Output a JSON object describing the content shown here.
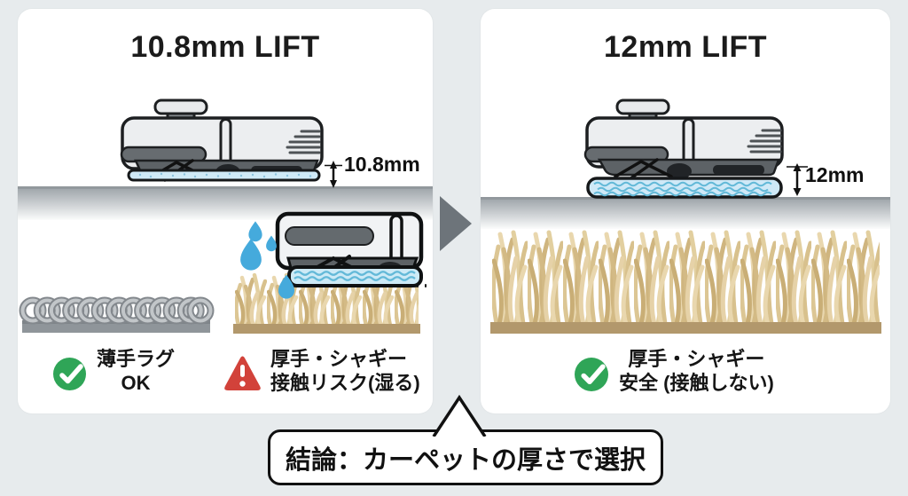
{
  "background_color": "#e7ebed",
  "panels": {
    "left": {
      "title": "10.8mm LIFT",
      "lift_label": "10.8mm",
      "illustrations": [
        "robot-with-raised-mop-pad",
        "thin-loop-rug",
        "robot-pad-touching-shaggy-carpet-with-water-drops"
      ],
      "labels": [
        {
          "icon": "check-icon",
          "line1": "薄手ラグ",
          "line2": "OK"
        },
        {
          "icon": "warning-icon",
          "line1": "厚手・シャギー",
          "line2": "接触リスク(湿る)"
        }
      ]
    },
    "right": {
      "title": "12mm LIFT",
      "lift_label": "12mm",
      "illustrations": [
        "robot-with-thick-mop-pad",
        "thick-shaggy-carpet"
      ],
      "labels": [
        {
          "icon": "check-icon",
          "line1": "厚手・シャギー",
          "line2": "安全 (接触しない)"
        }
      ]
    }
  },
  "between": {
    "arrow_icon": "arrow-right-icon"
  },
  "conclusion": {
    "text": "結論：カーペットの厚さで選択"
  },
  "colors": {
    "status_ok_green": "#2fa557",
    "status_warning_red": "#d2423a",
    "water_blue": "#45aadc",
    "mop_pad_blue": "#cfe9f7",
    "mop_wave_blue": "#63b9d8",
    "carpet_beige": "#dcc694",
    "carpet_base_tan": "#b2986c",
    "arrow_gray": "#6d747a",
    "floor_gray": "#9aa1a6",
    "robot_body_gray": "#eceef0",
    "robot_dark_gray": "#5d6266"
  }
}
